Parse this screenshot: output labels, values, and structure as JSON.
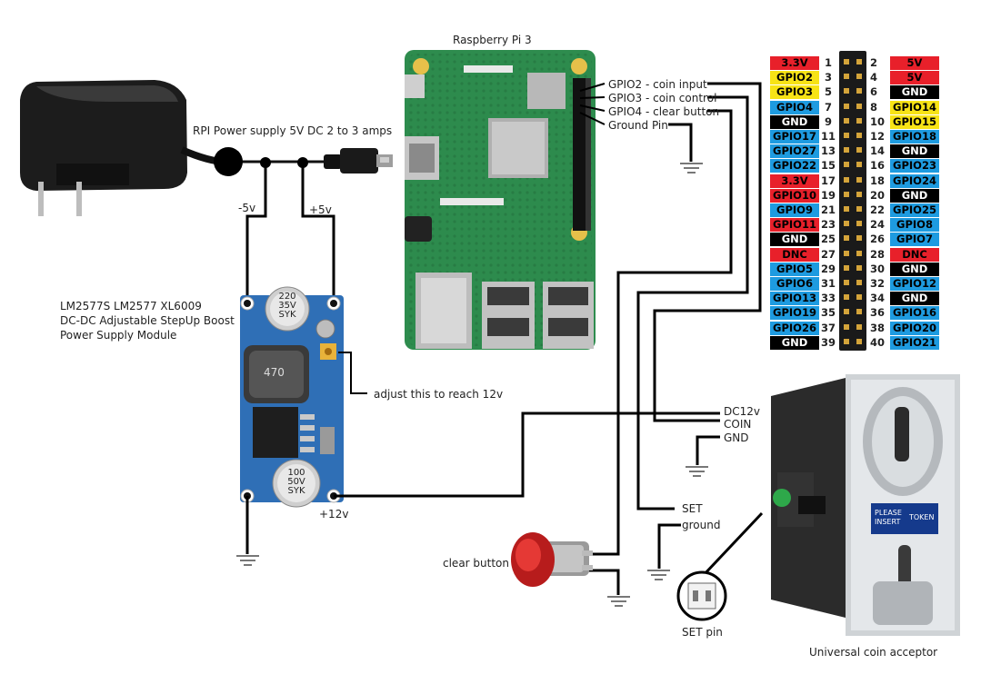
{
  "labels": {
    "rpi_title": "Raspberry Pi 3",
    "power_supply": "RPI Power supply 5V DC 2 to 3 amps",
    "minus5v": "-5v",
    "plus5v": "+5v",
    "module_line1": "LM2577S LM2577 XL6009",
    "module_line2": "DC-DC Adjustable StepUp Boost",
    "module_line3": "Power Supply Module",
    "adjust": "adjust this to reach 12v",
    "plus12v": "+12v",
    "gpio2": "GPIO2 - coin input",
    "gpio3": "GPIO3 - coin control",
    "gpio4": "GPIO4 - clear button",
    "ground_pin": "Ground Pin",
    "dc12v": "DC12v",
    "coin": "COIN",
    "gnd": "GND",
    "set": "SET",
    "ground": "ground",
    "clear_button": "clear button",
    "set_pin": "SET pin",
    "coin_acceptor": "Universal coin acceptor"
  },
  "board_text": {
    "cap_top": [
      "220",
      "35V",
      "SYK"
    ],
    "cap_bottom": [
      "100",
      "50V",
      "SYK"
    ],
    "inductor": "470",
    "coin_sticker_1": "PLEASE",
    "coin_sticker_2": "INSERT",
    "coin_sticker_3": "TOKEN"
  },
  "colors": {
    "red": "#e8202a",
    "yellow": "#f7e316",
    "blue": "#1e9be0",
    "black": "#000000",
    "pcb_green": "#2e8c4e",
    "module_blue": "#2f6fb6"
  },
  "pinout": {
    "left": [
      {
        "num": "1",
        "label": "3.3V",
        "color": "red"
      },
      {
        "num": "3",
        "label": "GPIO2",
        "color": "yellow"
      },
      {
        "num": "5",
        "label": "GPIO3",
        "color": "yellow"
      },
      {
        "num": "7",
        "label": "GPIO4",
        "color": "blue"
      },
      {
        "num": "9",
        "label": "GND",
        "color": "black"
      },
      {
        "num": "11",
        "label": "GPIO17",
        "color": "blue"
      },
      {
        "num": "13",
        "label": "GPIO27",
        "color": "blue"
      },
      {
        "num": "15",
        "label": "GPIO22",
        "color": "blue"
      },
      {
        "num": "17",
        "label": "3.3V",
        "color": "red"
      },
      {
        "num": "19",
        "label": "GPIO10",
        "color": "red"
      },
      {
        "num": "21",
        "label": "GPIO9",
        "color": "blue"
      },
      {
        "num": "23",
        "label": "GPIO11",
        "color": "red"
      },
      {
        "num": "25",
        "label": "GND",
        "color": "black"
      },
      {
        "num": "27",
        "label": "DNC",
        "color": "red"
      },
      {
        "num": "29",
        "label": "GPIO5",
        "color": "blue"
      },
      {
        "num": "31",
        "label": "GPIO6",
        "color": "blue"
      },
      {
        "num": "33",
        "label": "GPIO13",
        "color": "blue"
      },
      {
        "num": "35",
        "label": "GPIO19",
        "color": "blue"
      },
      {
        "num": "37",
        "label": "GPIO26",
        "color": "blue"
      },
      {
        "num": "39",
        "label": "GND",
        "color": "black"
      }
    ],
    "right": [
      {
        "num": "2",
        "label": "5V",
        "color": "red"
      },
      {
        "num": "4",
        "label": "5V",
        "color": "red"
      },
      {
        "num": "6",
        "label": "GND",
        "color": "black"
      },
      {
        "num": "8",
        "label": "GPIO14",
        "color": "yellow"
      },
      {
        "num": "10",
        "label": "GPIO15",
        "color": "yellow"
      },
      {
        "num": "12",
        "label": "GPIO18",
        "color": "blue"
      },
      {
        "num": "14",
        "label": "GND",
        "color": "black"
      },
      {
        "num": "16",
        "label": "GPIO23",
        "color": "blue"
      },
      {
        "num": "18",
        "label": "GPIO24",
        "color": "blue"
      },
      {
        "num": "20",
        "label": "GND",
        "color": "black"
      },
      {
        "num": "22",
        "label": "GPIO25",
        "color": "blue"
      },
      {
        "num": "24",
        "label": "GPIO8",
        "color": "blue"
      },
      {
        "num": "26",
        "label": "GPIO7",
        "color": "blue"
      },
      {
        "num": "28",
        "label": "DNC",
        "color": "red"
      },
      {
        "num": "30",
        "label": "GND",
        "color": "black"
      },
      {
        "num": "32",
        "label": "GPIO12",
        "color": "blue"
      },
      {
        "num": "34",
        "label": "GND",
        "color": "black"
      },
      {
        "num": "36",
        "label": "GPIO16",
        "color": "blue"
      },
      {
        "num": "38",
        "label": "GPIO20",
        "color": "blue"
      },
      {
        "num": "40",
        "label": "GPIO21",
        "color": "blue"
      }
    ]
  }
}
